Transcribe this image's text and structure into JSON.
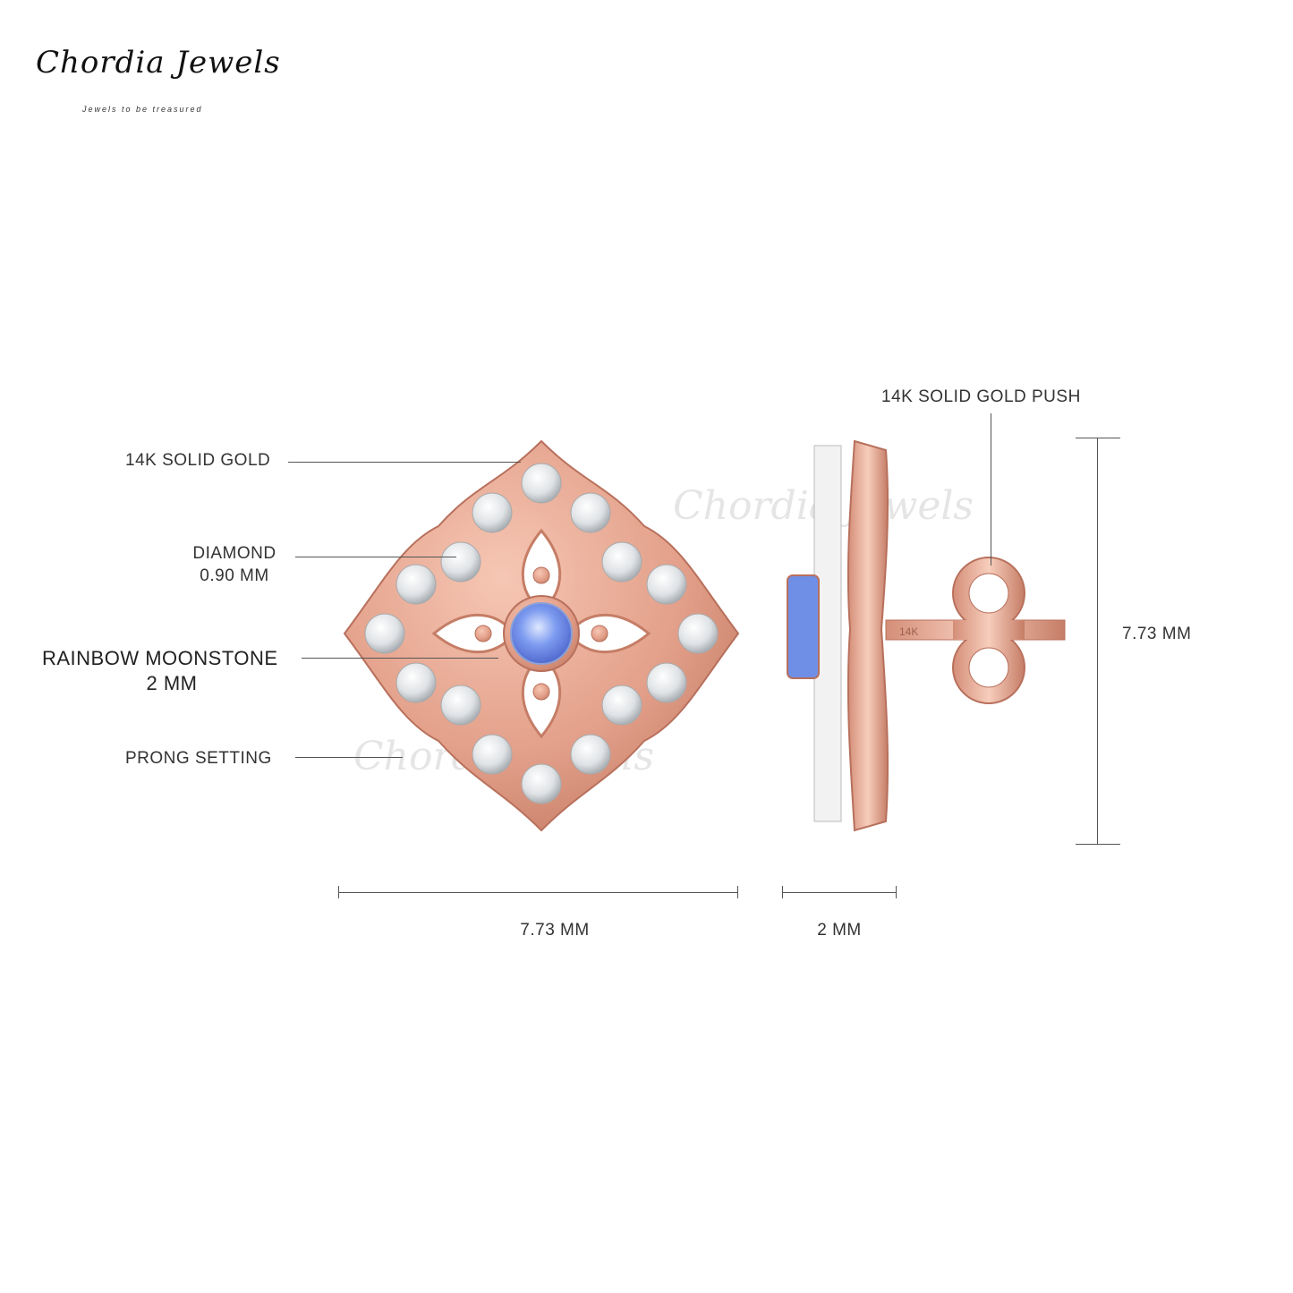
{
  "brand": {
    "name": "Chordia Jewels",
    "tagline": "Jewels to be treasured",
    "watermark": "Chordia Jewels"
  },
  "callouts": {
    "gold": "14K SOLID GOLD",
    "diamond_name": "DIAMOND",
    "diamond_size": "0.90 MM",
    "moonstone_name": "RAINBOW MOONSTONE",
    "moonstone_size": "2 MM",
    "prong": "PRONG SETTING",
    "push": "14K SOLID GOLD PUSH"
  },
  "dimensions": {
    "front_width": "7.73 MM",
    "side_depth": "2 MM",
    "height": "7.73 MM"
  },
  "stamp": "14K",
  "colors": {
    "rose_gold": "#e3a08a",
    "rose_gold_dark": "#b8705c",
    "moonstone": "#6f8fe6",
    "diamond": "#eef0f2"
  }
}
